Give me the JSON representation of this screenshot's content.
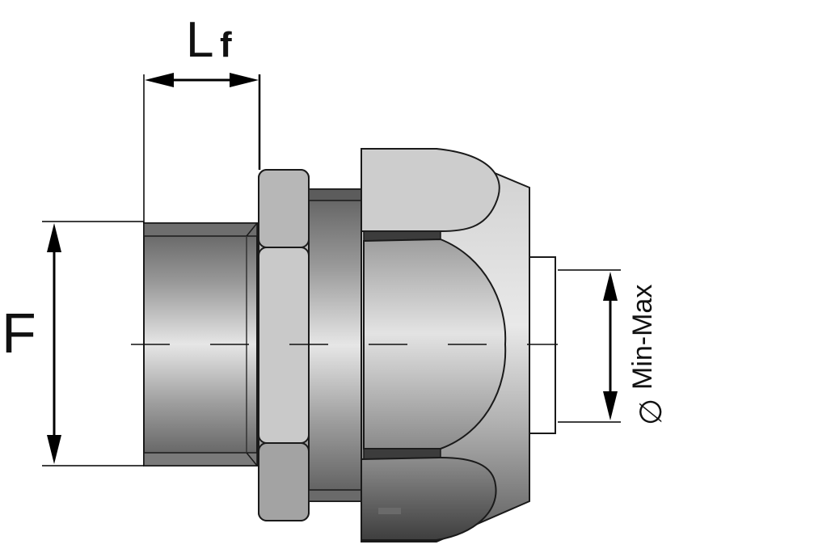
{
  "labels": {
    "length_main": "L",
    "length_sub": "f",
    "thread_diameter": "F",
    "diameter_symbol": "∅",
    "cable_range": "Min-Max"
  },
  "colors": {
    "outline": "#1a1a1a",
    "steel_dark": "#5b5b5b",
    "steel_mid": "#a8a8a8",
    "steel_light": "#e4e4e4",
    "dim_line": "#000000"
  }
}
